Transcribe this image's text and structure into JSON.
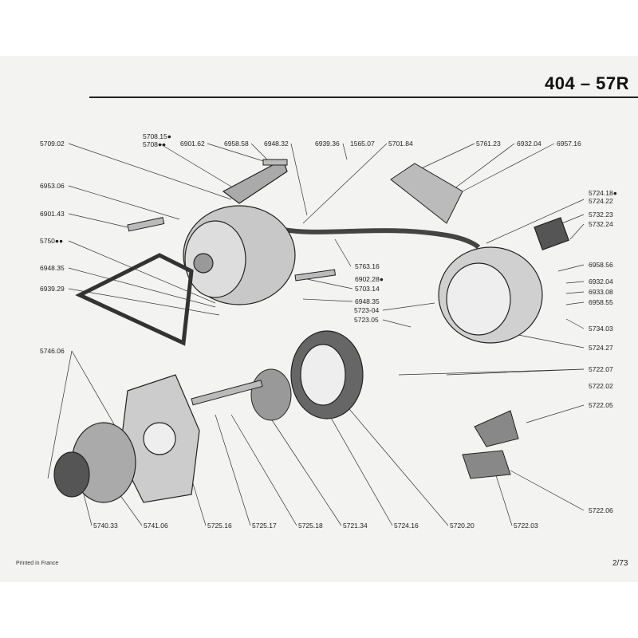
{
  "header": {
    "title": "404 – 57R"
  },
  "footer": {
    "printed": "Printed in France",
    "page": "2/73"
  },
  "labels": {
    "top": [
      "5709.02",
      "5708.15●",
      "5708●●",
      "6901.62",
      "6958.58",
      "6948.32",
      "6939.36",
      "1565.07",
      "5701.84",
      "5761.23",
      "6932.04",
      "6957.16"
    ],
    "left": [
      "6953.06",
      "6901.43",
      "5750●●",
      "6948.35",
      "6939.29",
      "5746.06"
    ],
    "middle": [
      "5763.16",
      "6902.28●",
      "5703.14",
      "6948.35",
      "5723-04",
      "5723.05"
    ],
    "right": [
      "5724.18●",
      "5724.22",
      "5732.23",
      "5732.24",
      "6958.56",
      "6932.04",
      "6933.08",
      "6958.55",
      "5734.03",
      "5724.27",
      "5722.07",
      "5722.02",
      "5722.05",
      "5722.06"
    ],
    "bottom": [
      "5740.33",
      "5741.06",
      "5725.16",
      "5725.17",
      "5725.18",
      "5721.34",
      "5724.16",
      "5720.20",
      "5722.03"
    ]
  }
}
